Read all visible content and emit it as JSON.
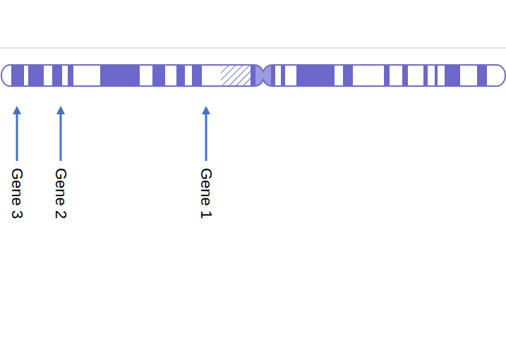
{
  "diagram": {
    "labels": [
      "Gene 3",
      "Gene 2",
      "Gene 1"
    ]
  }
}
